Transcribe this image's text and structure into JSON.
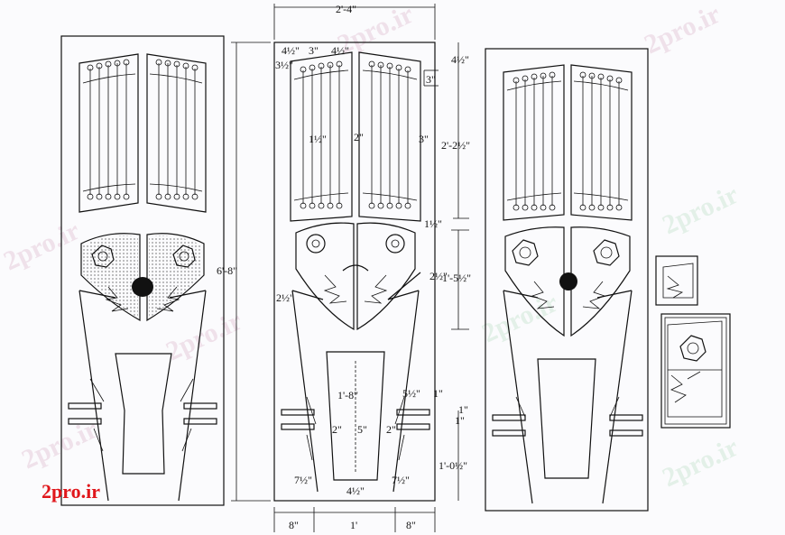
{
  "brand": "2pro.ir",
  "watermark": "2pro.ir",
  "dimensions": {
    "total_width": "2'-4\"",
    "total_height": "6'-8\"",
    "top_4_5": "4½\"",
    "top_3": "3\"",
    "top_4_3": "4½\"",
    "left_3_2": "3½\"",
    "right_4_5": "4½\"",
    "right_3a": "3\"",
    "right_3b": "3\"",
    "right_upper": "2'-2½\"",
    "right_gap": "1½\"",
    "right_mid": "1'-5½\"",
    "right_2_5": "2½\"",
    "left_2_5": "2½\"",
    "inner_1_5": "1½\"",
    "inner_2": "2\"",
    "tray_height": "1'-8\"",
    "tray_5_5": "5½\"",
    "tray_1": "1\"",
    "small_1a": "1\"",
    "small_1b": "1\"",
    "lower_right": "1'-0½\"",
    "row_2": "2\"",
    "row_5": "5\"",
    "row_2b": "2\"",
    "bottom_7_5a": "7½\"",
    "bottom_4_5": "4½\"",
    "bottom_7_5b": "7½\"",
    "base_8a": "8\"",
    "base_1": "1'",
    "base_8b": "8\""
  }
}
